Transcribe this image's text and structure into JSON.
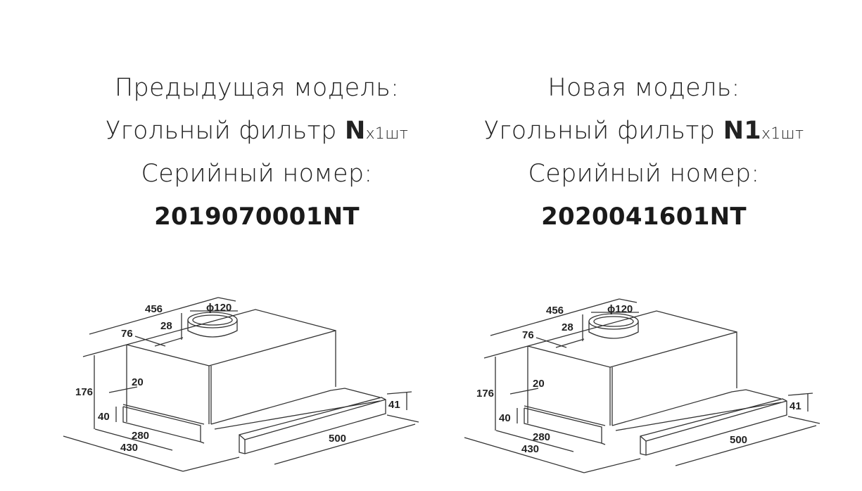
{
  "previous": {
    "heading": "Предыдущая модель:",
    "filter_label": "Угольный фильтр ",
    "filter_model": "N",
    "filter_qty": "x1шт",
    "serial_label": "Серийный номер:",
    "serial": "2019070001NT"
  },
  "new": {
    "heading": "Новая модель:",
    "filter_label": "Угольный фильтр ",
    "filter_model": "N1",
    "filter_qty": "x1шт",
    "serial_label": "Серийный номер:",
    "serial": "2020041601NT"
  },
  "dimensions": {
    "width_top": "456",
    "duct_diameter": "ϕ120",
    "duct_height": "28",
    "duct_offset": "76",
    "height": "176",
    "wall_gap": "20",
    "front_height": "40",
    "depth_inner": "280",
    "depth": "430",
    "panel_width": "500",
    "panel_height": "41"
  }
}
